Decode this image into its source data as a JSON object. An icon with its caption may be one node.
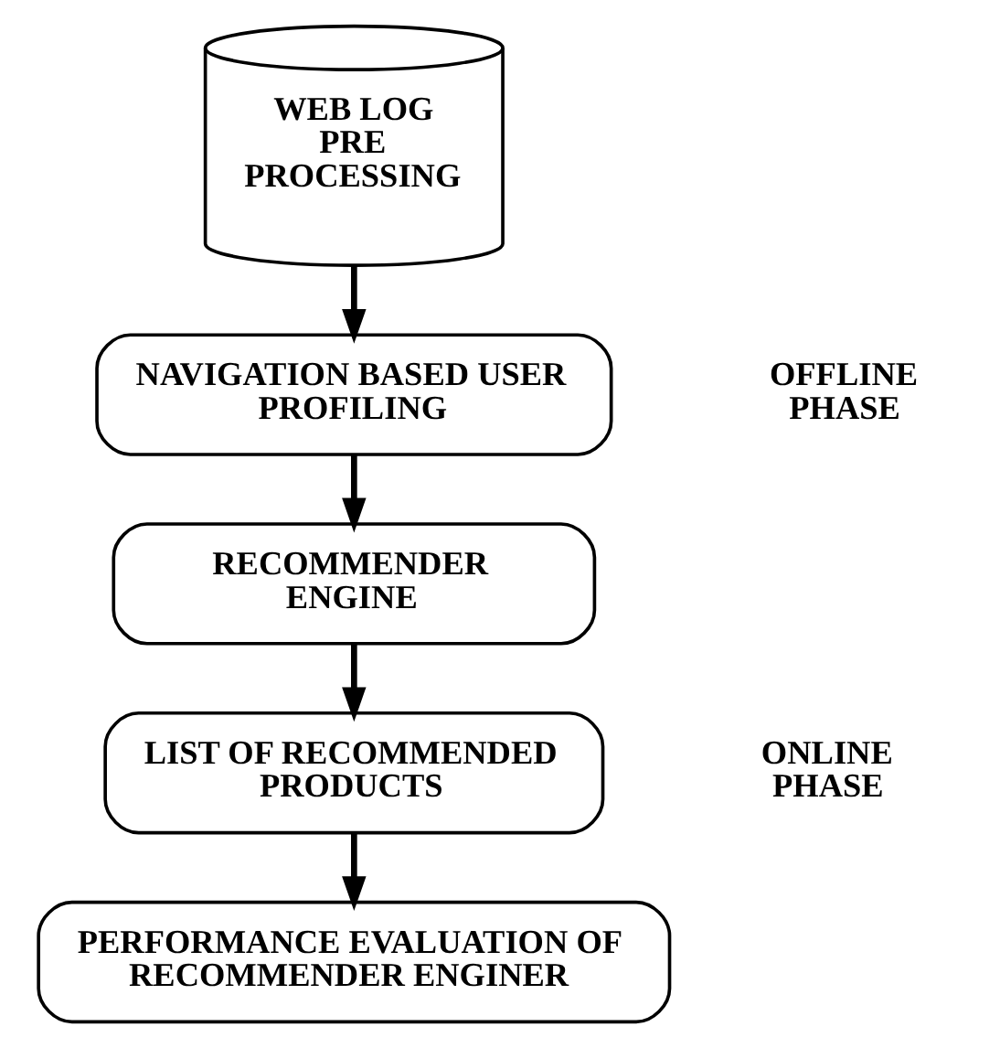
{
  "diagram": {
    "nodes": [
      {
        "text": [
          "WEB LOG PRE PROCESSING"
        ]
      },
      {
        "text": [
          "NAVIGATION BASED USER PROFILING"
        ]
      },
      {
        "text": [
          "RECOMMENDER ENGINE"
        ]
      },
      {
        "text": [
          "LIST OF RECOMMENDED PRODUCTS"
        ]
      },
      {
        "text": [
          "PERFORMANCE EVALUATION OF RECOMMENDER ENGINER"
        ]
      }
    ],
    "edges": [
      {
        "from": 0,
        "to": 1,
        "arrow": "to"
      },
      {
        "from": 1,
        "to": 2,
        "arrow": "to"
      },
      {
        "from": 2,
        "to": 3,
        "arrow": "to"
      },
      {
        "from": 3,
        "to": 4,
        "arrow": "to"
      }
    ],
    "labels": [
      "OFFLINE PHASE",
      "ONLINE PHASE"
    ]
  }
}
